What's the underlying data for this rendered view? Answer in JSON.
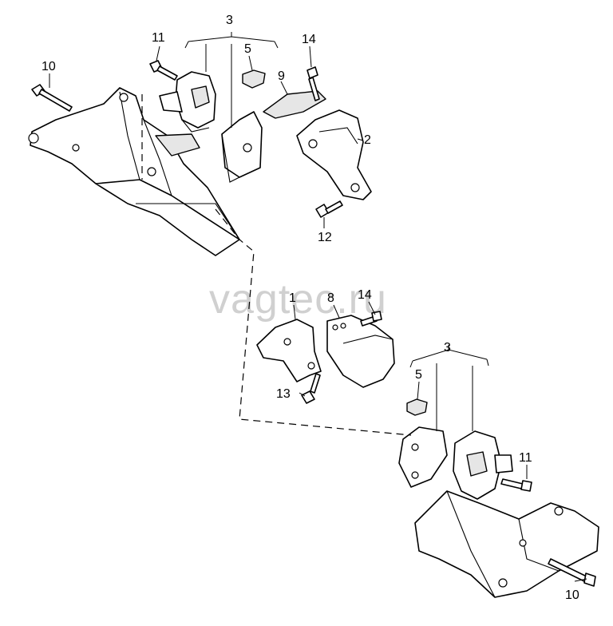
{
  "diagram": {
    "watermark": "vagtec.ru",
    "callouts": {
      "c1": "1",
      "c2": "2",
      "c3_top": "3",
      "c3_bottom": "3",
      "c5_top": "5",
      "c5_bottom": "5",
      "c8": "8",
      "c9": "9",
      "c10_top": "10",
      "c10_bottom": "10",
      "c11_top": "11",
      "c11_bottom": "11",
      "c12": "12",
      "c13": "13",
      "c14_top": "14",
      "c14_bottom": "14"
    },
    "colors": {
      "line": "#000000",
      "watermark": "#d0d0d0",
      "background": "#ffffff"
    }
  }
}
